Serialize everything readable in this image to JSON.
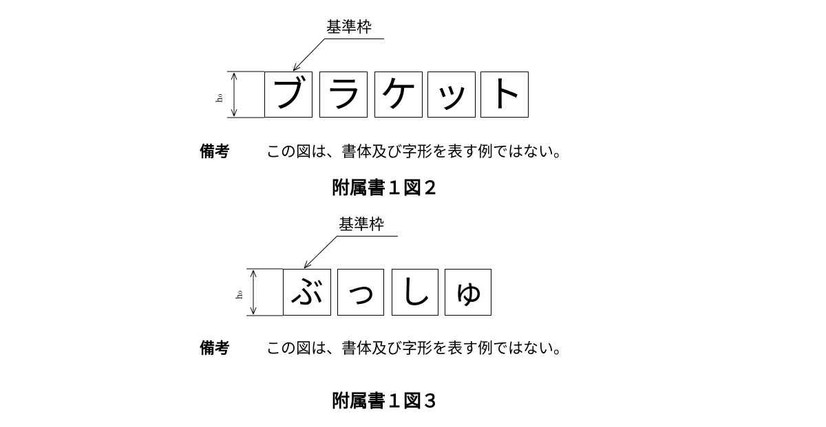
{
  "figure2": {
    "frame_label": "基準枠",
    "h0_label": "h₀",
    "chars": [
      "ブ",
      "ラ",
      "ケ",
      "ッ",
      "ト"
    ],
    "note_label": "備考",
    "note_text": "この図は、書体及び字形を表す例ではない。",
    "caption": "附属書１図２"
  },
  "figure3": {
    "frame_label": "基準枠",
    "h0_label": "h₀",
    "chars": [
      "ぶ",
      "っ",
      "し",
      "ゅ"
    ],
    "note_label": "備考",
    "note_text": "この図は、書体及び字形を表す例ではない。",
    "caption": "附属書１図３"
  }
}
